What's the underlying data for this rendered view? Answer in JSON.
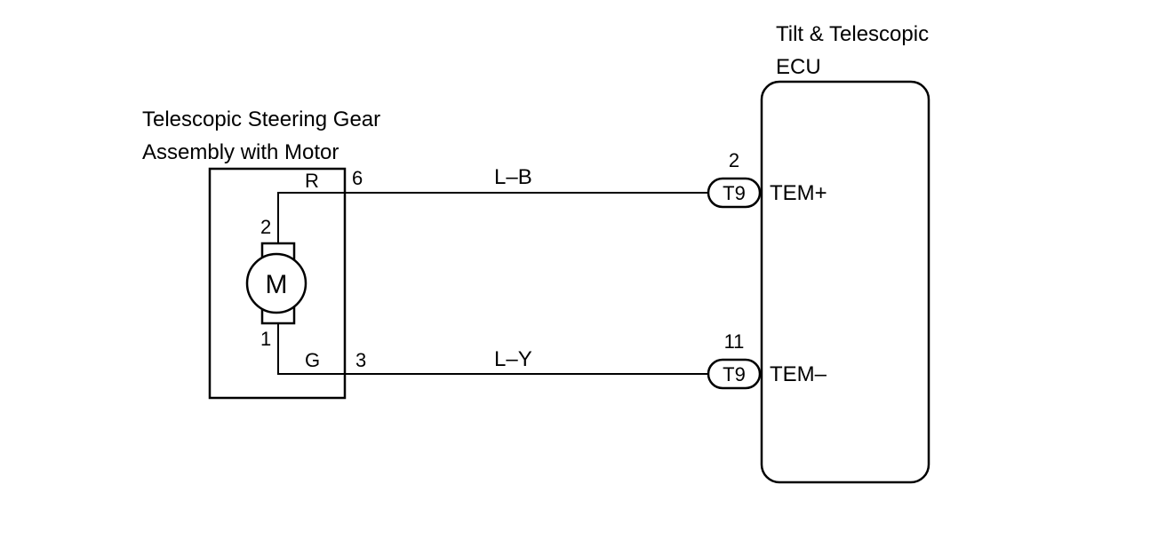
{
  "components": {
    "motor_assembly": {
      "title_line1": "Telescopic Steering Gear",
      "title_line2": "Assembly with Motor",
      "motor_symbol": "M",
      "motor_pin_top": "2",
      "motor_pin_bottom": "1"
    },
    "ecu": {
      "title_line1": "Tilt & Telescopic",
      "title_line2": "ECU"
    }
  },
  "circuits": [
    {
      "inner_wire_color": "R",
      "assembly_pin": "6",
      "wire_color": "L–B",
      "connector_pin": "2",
      "connector": "T9",
      "ecu_terminal": "TEM+"
    },
    {
      "inner_wire_color": "G",
      "assembly_pin": "3",
      "wire_color": "L–Y",
      "connector_pin": "11",
      "connector": "T9",
      "ecu_terminal": "TEM–"
    }
  ]
}
